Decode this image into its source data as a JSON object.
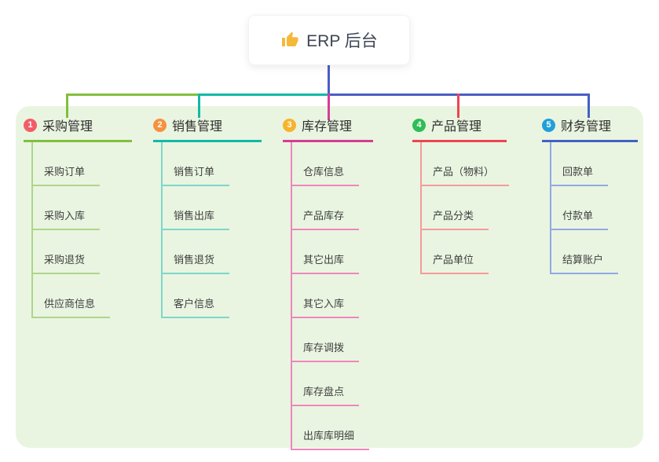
{
  "root": {
    "label": "ERP 后台",
    "icon": "thumbs-up-icon",
    "connector_color": "#4a5ec6"
  },
  "panel": {
    "background_color": "#e9f5e1"
  },
  "branches": [
    {
      "index": "1",
      "label": "采购管理",
      "badge_color": "#f25d67",
      "line_color": "#82bf3e",
      "child_line_color": "#aed58a",
      "children": [
        "采购订单",
        "采购入库",
        "采购退货",
        "供应商信息"
      ]
    },
    {
      "index": "2",
      "label": "销售管理",
      "badge_color": "#f7913d",
      "line_color": "#12b9a7",
      "child_line_color": "#7ed6c9",
      "children": [
        "销售订单",
        "销售出库",
        "销售退货",
        "客户信息"
      ]
    },
    {
      "index": "3",
      "label": "库存管理",
      "badge_color": "#f7b32b",
      "line_color": "#d63c95",
      "child_line_color": "#ee86bc",
      "children": [
        "仓库信息",
        "产品库存",
        "其它出库",
        "其它入库",
        "库存调拨",
        "库存盘点",
        "出库库明细"
      ]
    },
    {
      "index": "4",
      "label": "产品管理",
      "badge_color": "#2dbe55",
      "line_color": "#ef4452",
      "child_line_color": "#f59b9b",
      "children": [
        "产品（物料）",
        "产品分类",
        "产品单位"
      ]
    },
    {
      "index": "5",
      "label": "财务管理",
      "badge_color": "#219fd9",
      "line_color": "#4461c5",
      "child_line_color": "#93a9e2",
      "children": [
        "回款单",
        "付款单",
        "结算账户"
      ]
    }
  ]
}
